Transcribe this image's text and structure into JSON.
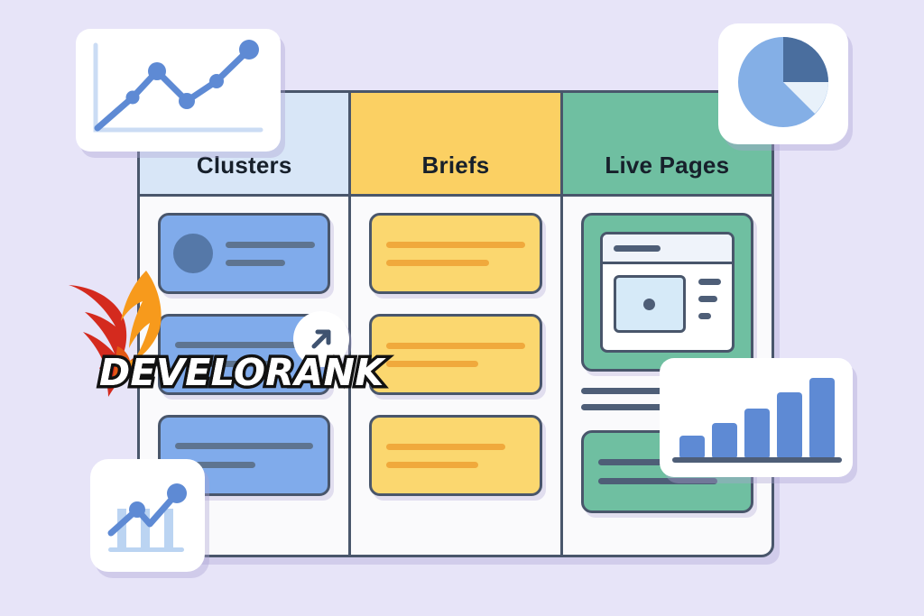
{
  "page": {
    "background_color": "#E7E4F8",
    "title": "Content workflow kanban board illustration"
  },
  "board": {
    "columns": [
      {
        "id": "clusters",
        "header_label": "Clusters",
        "header_color": "#D8E6F7",
        "card_color": "#80ABEB",
        "cards": [
          {
            "type": "avatar-card",
            "has_avatar": true,
            "lines": [
              100,
              66
            ]
          },
          {
            "type": "text-card",
            "has_avatar": false,
            "lines": [
              100,
              86
            ]
          },
          {
            "type": "text-card",
            "has_avatar": false,
            "lines": [
              100,
              58
            ]
          }
        ]
      },
      {
        "id": "briefs",
        "header_label": "Briefs",
        "header_color": "#FBD063",
        "card_color": "#FBD76F",
        "cards": [
          {
            "type": "text-card",
            "lines": [
              100,
              74
            ]
          },
          {
            "type": "text-card",
            "lines": [
              100,
              66
            ]
          },
          {
            "type": "text-card",
            "lines": [
              86,
              66
            ]
          }
        ]
      },
      {
        "id": "live-pages",
        "header_label": "Live Pages",
        "header_color": "#6FBFA1",
        "card_color": "#6FBFA1",
        "cards": [
          {
            "type": "page-preview",
            "browser_title_line": 1,
            "body_lines": [
              100,
              86,
              58
            ]
          },
          {
            "type": "bare-lines",
            "lines": [
              100,
              74
            ]
          },
          {
            "type": "text-card",
            "lines": [
              100,
              86
            ]
          }
        ]
      }
    ]
  },
  "widgets": {
    "line_chart": {
      "name": "line-chart-widget",
      "points": 5
    },
    "pie_chart": {
      "name": "pie-chart-widget",
      "slices": 3
    },
    "bar_chart": {
      "name": "bar-chart-widget",
      "bars": 5
    },
    "combo_chart": {
      "name": "combo-chart-widget",
      "bars": 3,
      "points": 2
    }
  },
  "badge": {
    "arrow_label": "↗",
    "name": "trending-up-badge"
  },
  "logo": {
    "wordmark": "DEVELORANK",
    "bird": "phoenix-icon",
    "text_color": "#FFFFFF",
    "outline_color": "#111111",
    "wing_left_color": "#D42A1E",
    "wing_right_color": "#F79A1C"
  },
  "chart_data": [
    {
      "type": "line",
      "name": "line-chart-widget",
      "title": "",
      "x": [
        1,
        2,
        3,
        4,
        5,
        6
      ],
      "values": [
        0,
        30,
        62,
        40,
        66,
        92
      ],
      "categories": [
        "1",
        "2",
        "3",
        "4",
        "5",
        "6"
      ],
      "xlabel": "",
      "ylabel": "",
      "ylim": [
        0,
        100
      ],
      "grid": false,
      "legend": "none",
      "color": "#5E8AD4"
    },
    {
      "type": "pie",
      "name": "pie-chart-widget",
      "title": "",
      "categories": [
        "Segment A",
        "Segment B",
        "Segment C"
      ],
      "values": [
        62,
        25,
        13
      ],
      "colors": [
        "#84AFE6",
        "#4A6E9E",
        "#E8F1FA"
      ],
      "legend": "none"
    },
    {
      "type": "bar",
      "name": "bar-chart-widget",
      "title": "",
      "categories": [
        "1",
        "2",
        "3",
        "4",
        "5"
      ],
      "values": [
        22,
        38,
        55,
        72,
        92
      ],
      "xlabel": "",
      "ylabel": "",
      "ylim": [
        0,
        100
      ],
      "grid": false,
      "legend": "none",
      "color": "#5E8AD4"
    },
    {
      "type": "bar",
      "name": "combo-chart-widget",
      "title": "",
      "categories": [
        "1",
        "2",
        "3"
      ],
      "values": [
        55,
        55,
        55
      ],
      "series": [
        {
          "name": "bars",
          "values": [
            55,
            55,
            55
          ]
        },
        {
          "name": "trend",
          "values": [
            18,
            62,
            50,
            88
          ]
        }
      ],
      "xlabel": "",
      "ylabel": "",
      "ylim": [
        0,
        100
      ],
      "grid": false,
      "legend": "none",
      "color": "#BBD4F2"
    }
  ]
}
